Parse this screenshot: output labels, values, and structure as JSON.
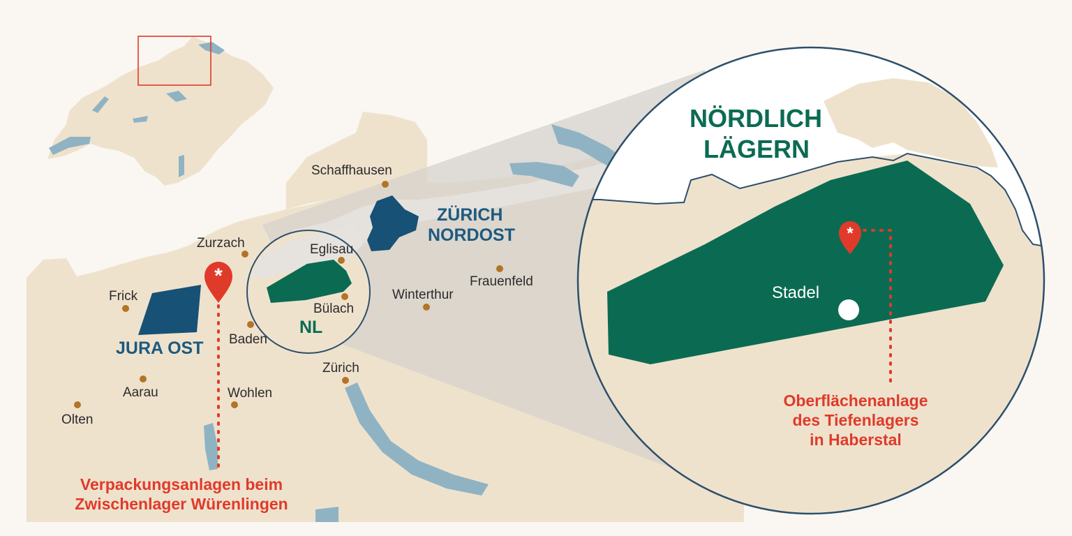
{
  "colors": {
    "background": "#faf6f1",
    "land": "#efe2cd",
    "water": "#8fb3c3",
    "region_blue": "#175175",
    "region_green": "#0b6b52",
    "marker_red": "#e03a2a",
    "town_dot": "#b27526",
    "zoom_cone": "#d6d2cc",
    "circle_stroke": "#2c4f6b"
  },
  "icons": {
    "marker": "map-pin-asterisk-icon",
    "town": "circle-dot-icon"
  },
  "towns": {
    "schaffhausen": "Schaffhausen",
    "zurzach": "Zurzach",
    "eglisau": "Eglisau",
    "frick": "Frick",
    "buelach": "Bülach",
    "winterthur": "Winterthur",
    "frauenfeld": "Frauenfeld",
    "baden": "Baden",
    "zuerich": "Zürich",
    "aarau": "Aarau",
    "wohlen": "Wohlen",
    "olten": "Olten",
    "stadel": "Stadel"
  },
  "regions": {
    "zuerich_nordost_line1": "ZÜRICH",
    "zuerich_nordost_line2": "NORDOST",
    "jura_ost": "JURA OST",
    "nl_short": "NL",
    "noerdlich_laegern_line1": "NÖRDLICH",
    "noerdlich_laegern_line2": "LÄGERN"
  },
  "annotations": {
    "wuerenlingen_line1": "Verpackungsanlagen beim",
    "wuerenlingen_line2": "Zwischenlager Würenlingen",
    "haberstal_line1": "Oberflächenanlage",
    "haberstal_line2": "des Tiefenlagers",
    "haberstal_line3": "in Haberstal"
  }
}
